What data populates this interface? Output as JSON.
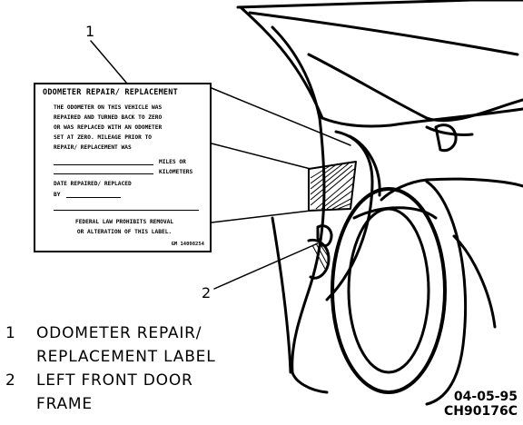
{
  "callouts": [
    "1",
    "2"
  ],
  "label": {
    "title": "ODOMETER REPAIR/ REPLACEMENT",
    "lines": [
      "THE ODOMETER ON THIS VEHICLE WAS",
      "REPAIRED AND TURNED BACK TO ZERO",
      "OR WAS REPLACED WITH AN ODOMETER",
      "SET AT ZERO. MILEAGE PRIOR TO",
      "REPAIR/ REPLACEMENT WAS"
    ],
    "miles_or": "MILES OR",
    "kilometers": "KILOMETERS",
    "date_line": "DATE REPAIRED/ REPLACED",
    "by": "BY",
    "footer_1": "FEDERAL LAW PROHIBITS REMOVAL",
    "footer_2": "OR ALTERATION OF THIS LABEL.",
    "code": "GM 14098254"
  },
  "legend": [
    {
      "num": "1",
      "line1": "ODOMETER REPAIR/",
      "line2": "REPLACEMENT LABEL"
    },
    {
      "num": "2",
      "line1": "LEFT FRONT DOOR",
      "line2": "FRAME"
    }
  ],
  "stamp": {
    "date": "04-05-95",
    "id": "CH90176C"
  }
}
